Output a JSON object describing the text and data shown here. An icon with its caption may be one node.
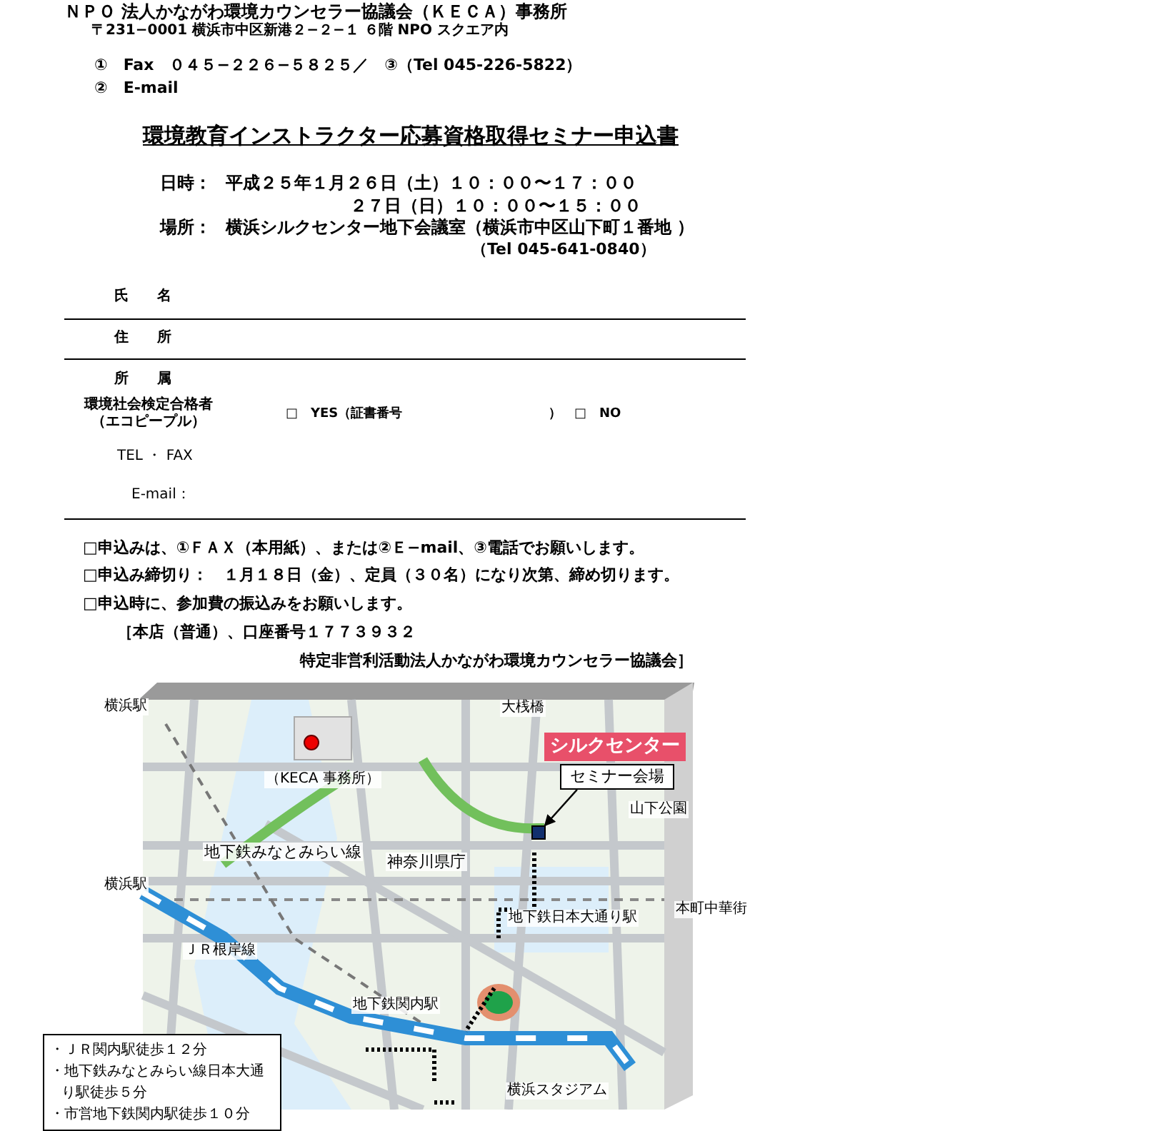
{
  "diagram": {
    "title": "環境教育インストラクター応募資格取得セミナー申込書",
    "nodes": [
      {
        "text": [
          "・ＪＲ関内駅徒歩１２分",
          "・地下鉄みなとみらい線日本大通り駅徒歩５分",
          "・市営地下鉄関内駅徒歩１０分"
        ]
      },
      {
        "text": [
          "セミナー会場"
        ]
      },
      {
        "text": [],
        "shape": "box"
      }
    ],
    "edges": [
      {
        "from": 1,
        "to": 2,
        "arrow": "to"
      }
    ],
    "labels": [
      "ＮＰＯ 法人かながわ環境カウンセラー協議会（ＫＥＣＡ）事務所",
      "〒231−0001 横浜市中区新港２−２−１ ６階 NPO スクエア内",
      "①　Fax　０４５−２２６−５８２５／　③（Tel 045-226-5822）",
      "②　E-mail",
      "日時：",
      "平成２５年１月２６日（土）１０：００〜１７：００",
      "２７日（日）１０：００〜１５：００",
      "場所：",
      "横浜シルクセンター地下会議室（横浜市中区山下町１番地 ）",
      "（Tel 045-641-0840）",
      "氏　　名",
      "住　　所",
      "所　　属",
      "環境社会検定合格者（エコピープル）",
      "□　YES（証書番号",
      "）　□　NO",
      "TEL ・ FAX",
      "E-mail：",
      "□申込みは、①ＦＡＸ（本用紙）、または②Ｅ−mail、③電話でお願いします。",
      "□申込み締切り：　１月１８日（金）、定員（３０名）になり次第、締め切ります。",
      "□申込時に、参加費の振込みをお願いします。",
      "［本店（普通）、口座番号１７７３９３２",
      "特定非営利活動法人かながわ環境カウンセラー協議会］",
      "横浜駅",
      "（KECA 事務所）",
      "大桟橋",
      "シルクセンター",
      "山下公園",
      "地下鉄みなとみらい線",
      "神奈川県庁",
      "横浜駅",
      "本町中華街",
      "地下鉄日本大通り駅",
      "ＪＲ根岸線",
      "地下鉄関内駅",
      "横浜スタジアム"
    ]
  }
}
